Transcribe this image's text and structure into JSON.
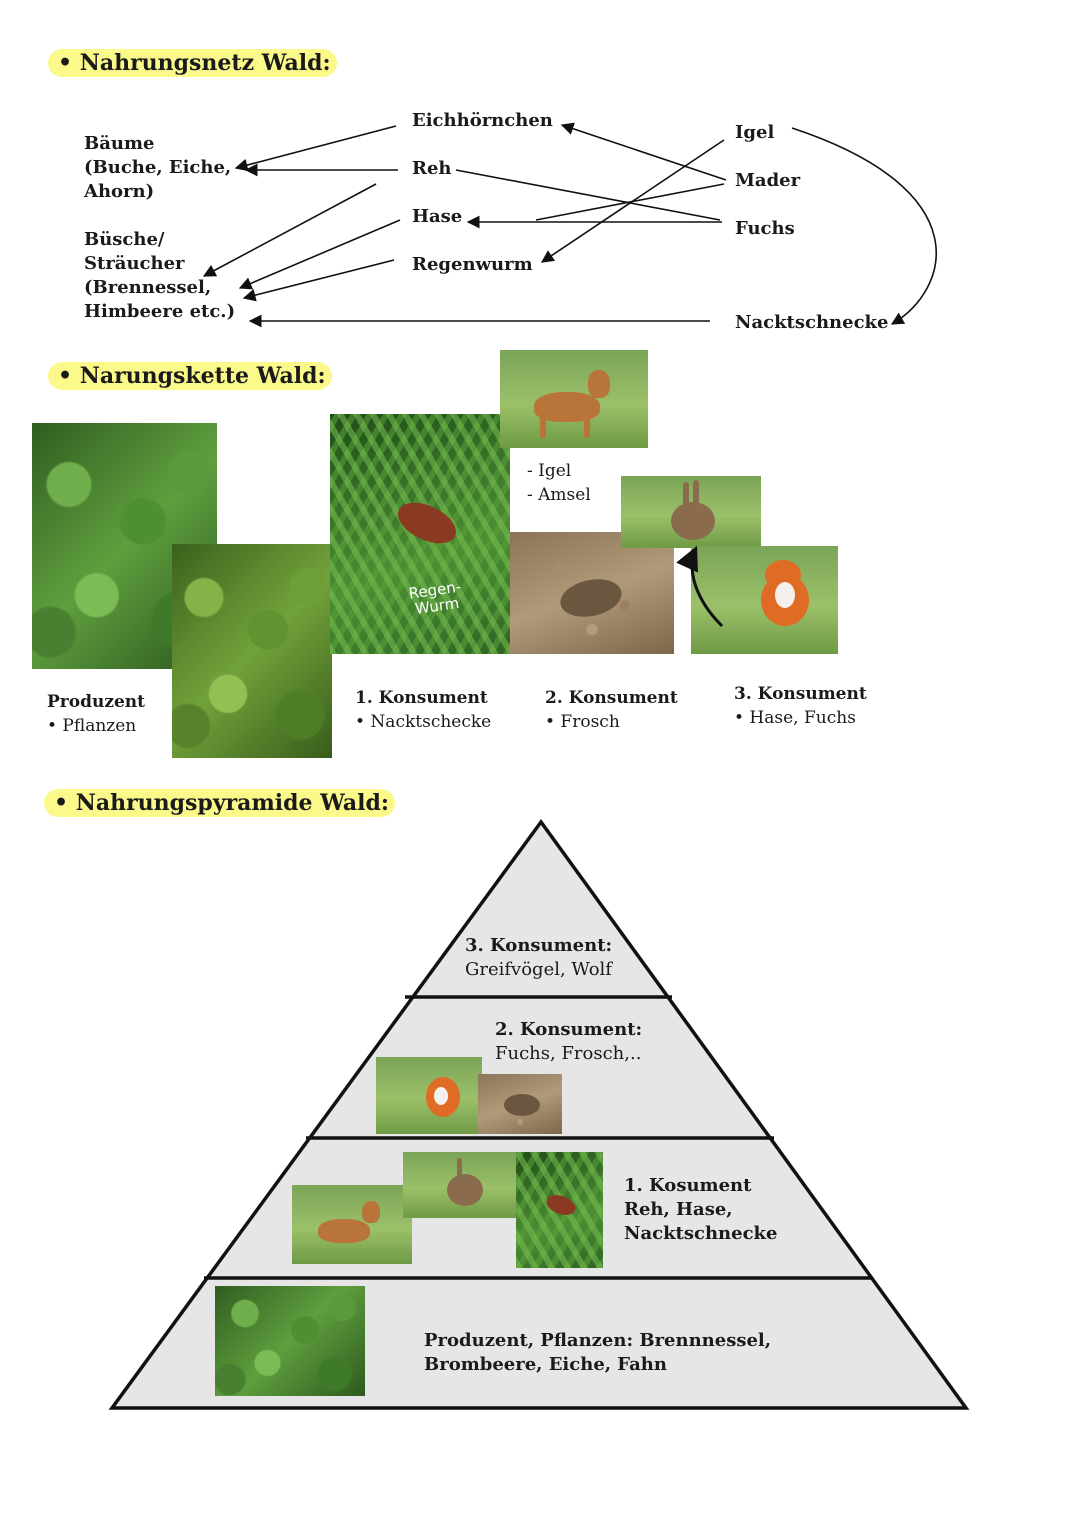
{
  "sections": {
    "net": {
      "heading": "• Nahrungsnetz Wald:"
    },
    "chain": {
      "heading": "• Narungskette Wald:"
    },
    "pyramid": {
      "heading": "• Nahrungspyramide Wald:"
    }
  },
  "food_web": {
    "left": {
      "trees": [
        "Bäume",
        "(Buche, Eiche,",
        "Ahorn)"
      ],
      "shrubs": [
        "Büsche/",
        "Sträucher",
        "(Brennessel,",
        "Himbeere etc.)"
      ]
    },
    "middle": [
      "Eichhörnchen",
      "Reh",
      "Hase",
      "Regenwurm"
    ],
    "right": [
      "Igel",
      "Mader",
      "Fuchs",
      "Nacktschnecke"
    ]
  },
  "food_chain": {
    "photo_caption": "Regen-\nWurm",
    "side_list": [
      "- Igel",
      "- Amsel"
    ],
    "levels": [
      {
        "title": "Produzent",
        "item": "• Pflanzen"
      },
      {
        "title": "1. Konsument",
        "item": "• Nacktschecke"
      },
      {
        "title": "2. Konsument",
        "item": "• Frosch"
      },
      {
        "title": "3. Konsument",
        "item": "• Hase, Fuchs"
      }
    ]
  },
  "pyramid": {
    "tier3": {
      "title": "3. Konsument:",
      "text": "Greifvögel, Wolf"
    },
    "tier2": {
      "title": "2. Konsument:",
      "text": "Fuchs, Frosch,.."
    },
    "tier1": {
      "lines": [
        "1. Kosument",
        "Reh, Hase,",
        "Nacktschnecke"
      ]
    },
    "base": {
      "lines": [
        "Produzent, Pflanzen: Brennnessel,",
        "Brombeere, Eiche, Fahn"
      ]
    }
  },
  "colors": {
    "highlight": "#fbf98a",
    "pyramid_fill": "#e6e6e6",
    "stroke": "#111111"
  }
}
